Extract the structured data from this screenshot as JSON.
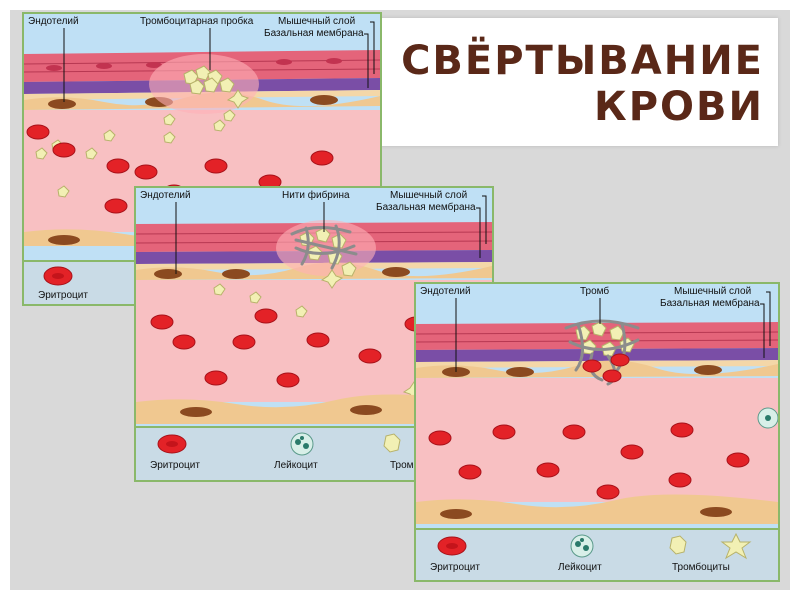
{
  "title": {
    "line1": "СВЁРТЫВАНИЕ",
    "line2": "КРОВИ"
  },
  "colors": {
    "title": "#5a2818",
    "frame": "#8ab86a",
    "plasma": "#f8c0c2",
    "erythrocyte": "#e32227",
    "platelet": "#f2f0b4",
    "fibrin": "#9a9a9a"
  },
  "panels": [
    {
      "labels": {
        "endothelium": "Эндотелий",
        "plug": "Тромбоцитарная пробка",
        "muscle": "Мышечный слой",
        "membrane": "Базальная мембрана"
      },
      "legend": {
        "erythrocyte": "Эритроцит"
      }
    },
    {
      "labels": {
        "endothelium": "Эндотелий",
        "fibrin": "Нити фибрина",
        "muscle": "Мышечный слой",
        "membrane": "Базальная мембрана"
      },
      "legend": {
        "erythrocyte": "Эритроцит",
        "leukocyte": "Лейкоцит",
        "platelet_cut": "Тромб"
      }
    },
    {
      "labels": {
        "endothelium": "Эндотелий",
        "thrombus": "Тромб",
        "muscle": "Мышечный слой",
        "membrane": "Базальная мембрана"
      },
      "legend": {
        "erythrocyte": "Эритроцит",
        "leukocyte": "Лейкоцит",
        "platelets": "Тромбоциты"
      }
    }
  ]
}
